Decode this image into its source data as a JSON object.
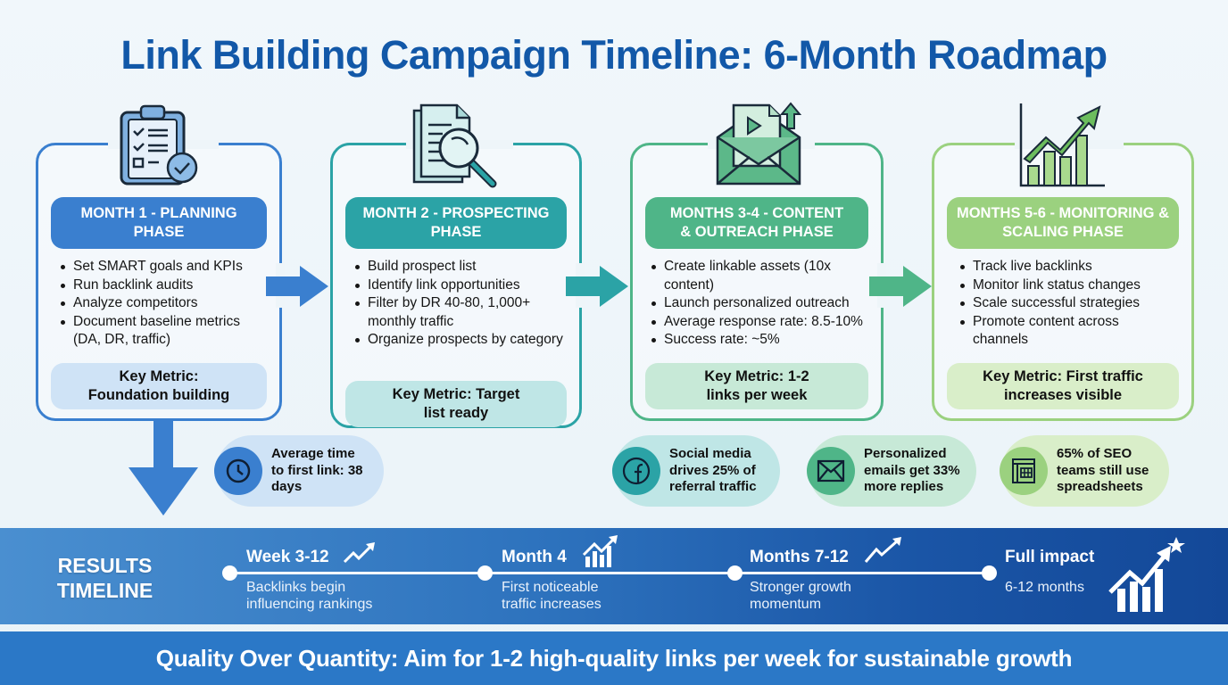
{
  "title": "Link Building Campaign Timeline: 6-Month Roadmap",
  "colors": {
    "title": "#1258a8",
    "phase1": "#3a7fcf",
    "phase1_light": "#cfe3f6",
    "phase2": "#2ba3a6",
    "phase2_light": "#bfe6e6",
    "phase3": "#4fb588",
    "phase3_light": "#c7e9d7",
    "phase4": "#9bd17f",
    "phase4_light": "#d9eec9",
    "results_bar": "#2d72bd",
    "footer": "#2b78c7"
  },
  "phases": [
    {
      "label": "MONTH 1 - PLANNING PHASE",
      "icon": "clipboard-checklist-icon",
      "bullets": [
        "Set SMART goals and KPIs",
        "Run backlink audits",
        "Analyze competitors",
        "Document baseline metrics (DA, DR, traffic)"
      ],
      "metric": "Key Metric: Foundation building"
    },
    {
      "label": "MONTH 2 - PROSPECTING PHASE",
      "icon": "document-search-icon",
      "bullets": [
        "Build prospect list",
        "Identify link opportunities",
        "Filter by DR 40-80, 1,000+ monthly traffic",
        "Organize prospects by category"
      ],
      "metric": "Key Metric: Target list ready"
    },
    {
      "label": "MONTHS 3-4 - CONTENT & OUTREACH PHASE",
      "icon": "envelope-upload-icon",
      "bullets": [
        "Create linkable assets (10x content)",
        "Launch personalized outreach",
        "Average response rate: 8.5-10%",
        "Success rate: ~5%"
      ],
      "metric": "Key Metric: 1-2 links per week"
    },
    {
      "label": "MONTHS 5-6 - MONITORING & SCALING PHASE",
      "icon": "growth-chart-icon",
      "bullets": [
        "Track live backlinks",
        "Monitor link status changes",
        "Scale successful strategies",
        "Promote content across channels"
      ],
      "metric": "Key Metric: First traffic increases visible"
    }
  ],
  "stats": [
    {
      "icon": "clock-icon",
      "text": "Average time to first link: 38 days"
    },
    {
      "icon": "facebook-icon",
      "text": "Social media drives 25% of referral traffic"
    },
    {
      "icon": "mail-icon",
      "text": "Personalized emails get 33% more replies"
    },
    {
      "icon": "spreadsheet-icon",
      "text": "65% of SEO teams still use spreadsheets"
    }
  ],
  "results": {
    "label": "RESULTS TIMELINE",
    "milestones": [
      {
        "heading": "Week 3-12",
        "desc": "Backlinks begin influencing rankings",
        "icon": "trend-up-icon"
      },
      {
        "heading": "Month 4",
        "desc": "First noticeable traffic increases",
        "icon": "bar-growth-icon"
      },
      {
        "heading": "Months 7-12",
        "desc": "Stronger growth momentum",
        "icon": "trend-up-icon"
      },
      {
        "heading": "Full impact",
        "desc": "6-12 months",
        "icon": "star-growth-icon"
      }
    ]
  },
  "footer": "Quality Over Quantity: Aim for 1-2 high-quality links per week for sustainable growth"
}
